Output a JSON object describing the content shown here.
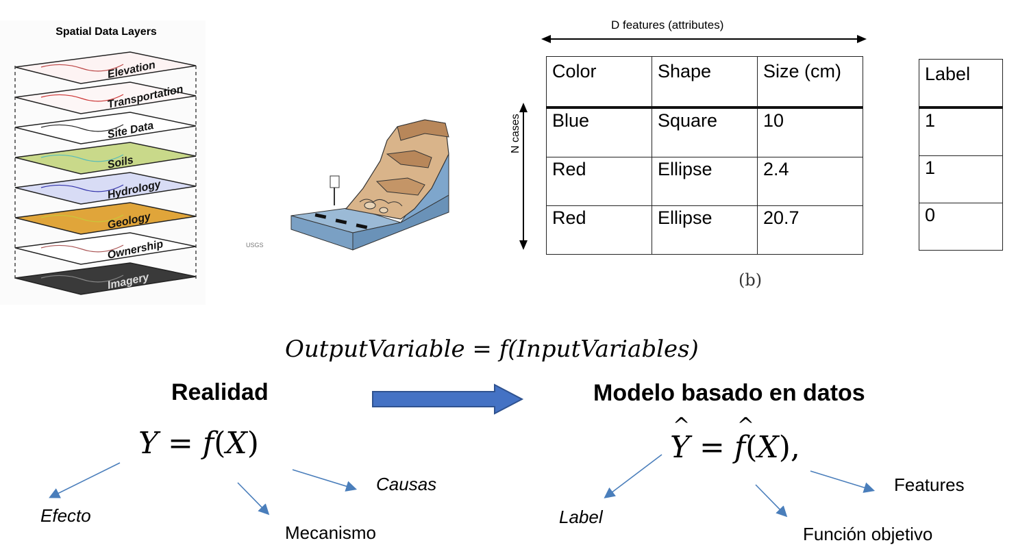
{
  "layers_panel": {
    "title": "Spatial Data Layers",
    "layers": [
      "Elevation",
      "Transportation",
      "Site Data",
      "Soils",
      "Hydrology",
      "Geology",
      "Ownership",
      "Imagery"
    ]
  },
  "landslide_image": {
    "credit": "USGS"
  },
  "dataset_figure": {
    "features_label": "D features (attributes)",
    "cases_label": "N cases",
    "columns": [
      "Color",
      "Shape",
      "Size (cm)"
    ],
    "rows": [
      [
        "Blue",
        "Square",
        "10"
      ],
      [
        "Red",
        "Ellipse",
        "2.4"
      ],
      [
        "Red",
        "Ellipse",
        "20.7"
      ]
    ],
    "label_header": "Label",
    "labels": [
      "1",
      "1",
      "0"
    ],
    "caption": "(b)"
  },
  "main_equation": "OutputVariable = f(InputVariables)",
  "left_side": {
    "heading": "Realidad",
    "formula": {
      "lhs": "Y",
      "rhs_fn": "f",
      "rhs_arg": "X"
    },
    "annotations": {
      "effect": "Efecto",
      "mechanism": "Mecanismo",
      "causes": "Causas"
    }
  },
  "right_side": {
    "heading": "Modelo basado en datos",
    "formula": {
      "lhs": "Y",
      "rhs_fn": "f",
      "rhs_arg": "X"
    },
    "annotations": {
      "label": "Label",
      "objective_function": "Función objetivo",
      "features": "Features"
    }
  },
  "colors": {
    "arrow_blue": "#4a7ebb",
    "big_arrow_fill": "#4472c4",
    "big_arrow_stroke": "#2f528f"
  }
}
